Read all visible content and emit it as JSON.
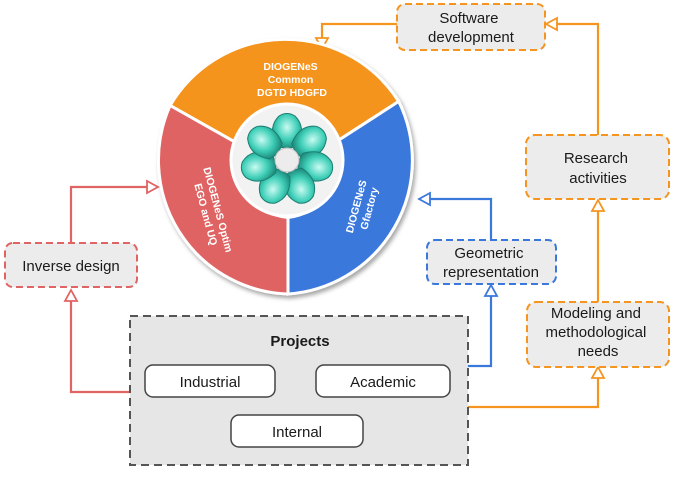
{
  "colors": {
    "orange": "#f5941f",
    "red": "#e06464",
    "blue": "#3a78dc",
    "teal": "#3fcfb8",
    "box_fill": "#ececec",
    "projects_fill": "#e6e6e6",
    "projects_border": "#555555"
  },
  "wheel": {
    "common": [
      "DIOGENeS",
      "Common",
      "DGTD HDGFD"
    ],
    "optim": [
      "DIOGENeS Optim",
      "EGO and UQ"
    ],
    "gfactory": [
      "DIOGENeS",
      "Gfactory"
    ]
  },
  "boxes": {
    "software": [
      "Software",
      "development"
    ],
    "research": [
      "Research",
      "activities"
    ],
    "modeling": [
      "Modeling and",
      "methodological",
      "needs"
    ],
    "geometric": [
      "Geometric",
      "representation"
    ],
    "inverse": [
      "Inverse design"
    ]
  },
  "projects": {
    "title": "Projects",
    "industrial": "Industrial",
    "academic": "Academic",
    "internal": "Internal"
  }
}
